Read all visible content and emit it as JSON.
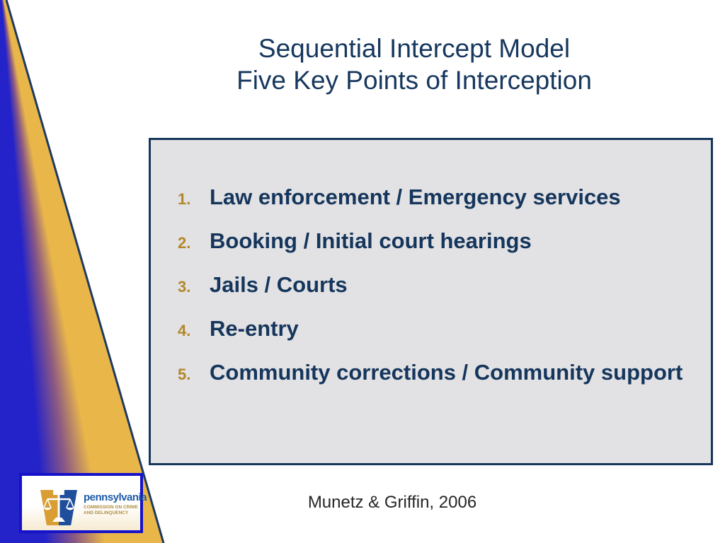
{
  "slide": {
    "title": {
      "line1": "Sequential Intercept Model",
      "line2": "Five Key Points of Interception"
    },
    "citation": "Munetz & Griffin, 2006"
  },
  "list": {
    "items": [
      {
        "num": "1.",
        "text": "Law enforcement / Emergency services"
      },
      {
        "num": "2.",
        "text": "Booking / Initial court hearings"
      },
      {
        "num": "3.",
        "text": "Jails / Courts"
      },
      {
        "num": "4.",
        "text": "Re-entry"
      },
      {
        "num": "5.",
        "text": "Community corrections / Community support"
      }
    ]
  },
  "logo": {
    "name": "pennsylvania",
    "subline1": "COMMISSION ON CRIME",
    "subline2": "AND DELINQUENCY",
    "icon": "keystone-scales-of-justice-icon"
  },
  "colors": {
    "title_text": "#17375E",
    "list_text": "#15365C",
    "list_number": "#B3872A",
    "box_fill": "#E2E1E3",
    "box_border": "#16365C",
    "gradient_blue": "#2422C9",
    "gradient_purple": "#8A5884",
    "gradient_gold": "#E9B64A",
    "edge_line": "#1E3A5F",
    "logo_border": "#1512C9",
    "logo_name_text": "#1E5CA9",
    "logo_sub_text": "#B08C3E",
    "citation_text": "#262626"
  }
}
